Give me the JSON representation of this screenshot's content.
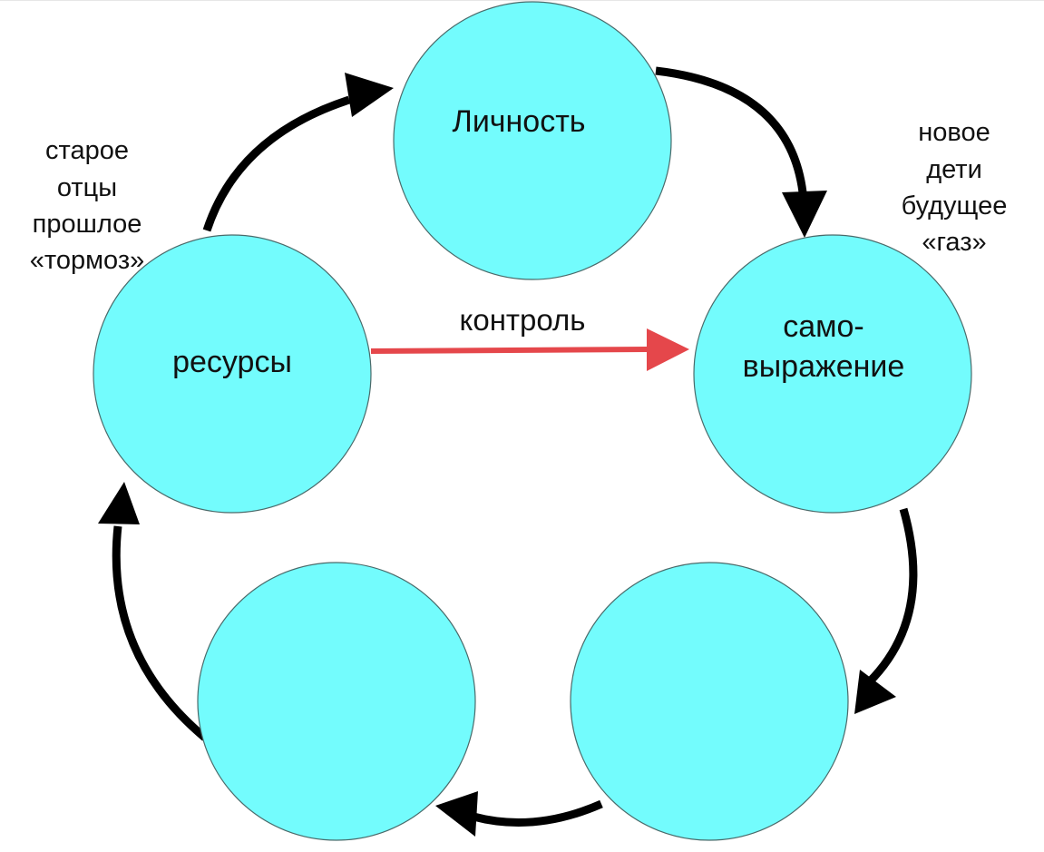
{
  "nodes": {
    "top": {
      "label": "Личность"
    },
    "left": {
      "label": "ресурсы"
    },
    "right": {
      "line1": "само-",
      "line2": "выражение"
    },
    "bottom_left": {
      "label": ""
    },
    "bottom_right": {
      "label": ""
    }
  },
  "left_note": [
    "старое",
    "отцы",
    "прошлое",
    "«тормоз»"
  ],
  "right_note": [
    "новое",
    "дети",
    "будущее",
    "«газ»"
  ],
  "control": {
    "label": "контроль"
  },
  "colors": {
    "node_fill": "#73fcfd",
    "cycle_arrow": "#000000",
    "control_arrow": "#e5474b"
  }
}
